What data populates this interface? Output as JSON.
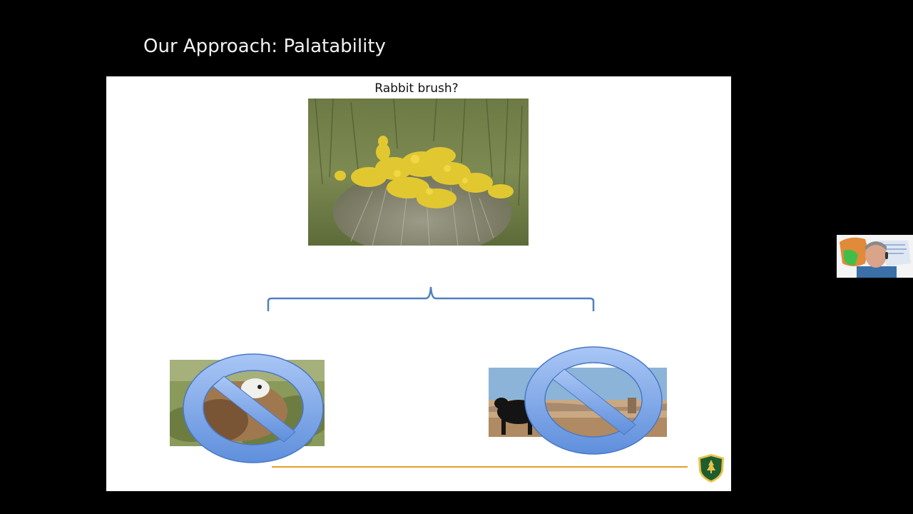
{
  "slide": {
    "title": "Our Approach: Palatability",
    "caption": "Rabbit brush?"
  },
  "icons": {
    "prohibit_left": "prohibit-icon",
    "prohibit_right": "prohibit-icon",
    "logo": "usda-forest-service-shield-logo"
  },
  "colors": {
    "background": "#000000",
    "slide": "#ffffff",
    "bracket": "#4f81bd",
    "prohibit_fill": "#7eaaf0",
    "rule": "#e79d24",
    "logo_green": "#1f5d2e",
    "logo_gold": "#e8c24a"
  }
}
